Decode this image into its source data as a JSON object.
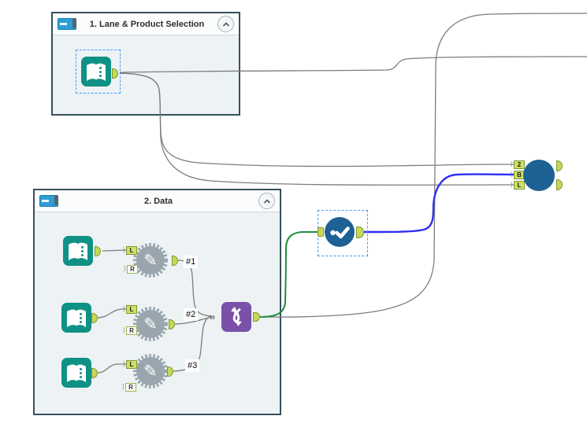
{
  "containers": {
    "lane_product": {
      "title": "1. Lane & Product Selection"
    },
    "data": {
      "title": "2. Data"
    }
  },
  "connections": {
    "union_input_1": "#1",
    "union_input_2": "#2",
    "union_input_3": "#3"
  },
  "anchors": {
    "left": "L",
    "right": "R",
    "base": "B",
    "two": "2"
  },
  "icons": {
    "multi_input_glyph": "»",
    "pencil_glyph": "✎",
    "input_data": "open-book",
    "gear_macro": "gear-with-pencil",
    "union": "purple-braid-arrows",
    "select": "blue-circle-checkmark",
    "macro": "blue-circle",
    "container": "blue-toggle-bar",
    "collapse": "chevron-up"
  },
  "colors": {
    "canvas_bg": "#ffffff",
    "container_border": "#35505b",
    "container_fill": "#edf2f4",
    "container_header": "#fbfdfd",
    "input_teal": "#109185",
    "gear_gray": "#9aa6ad",
    "union_purple": "#7b50a8",
    "select_blue": "#1d6195",
    "anchor_green": "#c6d854",
    "wire_gray": "#7d7d7d",
    "wire_green": "#218b3f",
    "wire_blue": "#2f2ff2",
    "selection_dash": "#3f9bff"
  }
}
